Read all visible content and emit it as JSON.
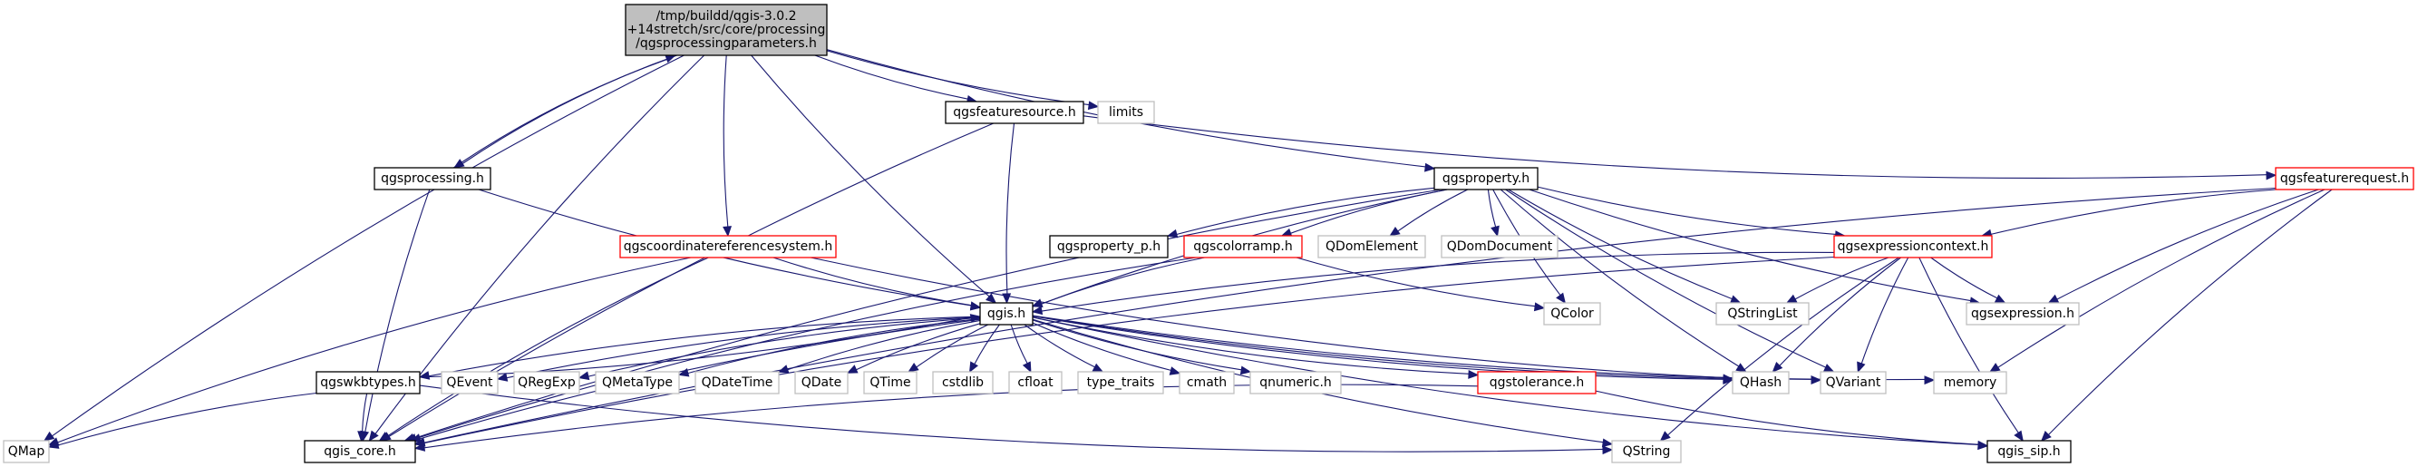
{
  "colors": {
    "edge": "#191970",
    "border_normal": "#000000",
    "border_missing": "#bfbfbf",
    "border_red": "#ff0000",
    "fill_root": "#bfbfbf",
    "fill_default": "#ffffff",
    "text": "#000000",
    "background": "#ffffff"
  },
  "nodes": [
    {
      "id": "root",
      "lines": [
        "/tmp/buildd/qgis-3.0.2",
        "+14stretch/src/core/processing",
        "/qgsprocessingparameters.h"
      ],
      "style": "root"
    },
    {
      "id": "qmap",
      "lines": [
        "QMap"
      ],
      "style": "missing"
    },
    {
      "id": "qgis_core",
      "lines": [
        "qgis_core.h"
      ],
      "style": "normal"
    },
    {
      "id": "qgsprocessing",
      "lines": [
        "qgsprocessing.h"
      ],
      "style": "normal"
    },
    {
      "id": "qgscrs",
      "lines": [
        "qgscoordinatereferencesystem.h"
      ],
      "style": "red"
    },
    {
      "id": "qgis",
      "lines": [
        "qgis.h"
      ],
      "style": "normal"
    },
    {
      "id": "qgsfeaturesource",
      "lines": [
        "qgsfeaturesource.h"
      ],
      "style": "normal"
    },
    {
      "id": "limits",
      "lines": [
        "limits"
      ],
      "style": "missing"
    },
    {
      "id": "qgsproperty",
      "lines": [
        "qgsproperty.h"
      ],
      "style": "normal"
    },
    {
      "id": "qgsfeaturerequest",
      "lines": [
        "qgsfeaturerequest.h"
      ],
      "style": "red"
    },
    {
      "id": "qgsproperty_p",
      "lines": [
        "qgsproperty_p.h"
      ],
      "style": "normal"
    },
    {
      "id": "qgscolorramp",
      "lines": [
        "qgscolorramp.h"
      ],
      "style": "red"
    },
    {
      "id": "qdomelement",
      "lines": [
        "QDomElement"
      ],
      "style": "missing"
    },
    {
      "id": "qdomdocument",
      "lines": [
        "QDomDocument"
      ],
      "style": "missing"
    },
    {
      "id": "qgsexpressioncontext",
      "lines": [
        "qgsexpressioncontext.h"
      ],
      "style": "red"
    },
    {
      "id": "qcolor",
      "lines": [
        "QColor"
      ],
      "style": "missing"
    },
    {
      "id": "qstringlist",
      "lines": [
        "QStringList"
      ],
      "style": "missing"
    },
    {
      "id": "qgsexpression",
      "lines": [
        "qgsexpression.h"
      ],
      "style": "missing"
    },
    {
      "id": "qgswkbtypes",
      "lines": [
        "qgswkbtypes.h"
      ],
      "style": "normal"
    },
    {
      "id": "qevent",
      "lines": [
        "QEvent"
      ],
      "style": "missing"
    },
    {
      "id": "qregexp",
      "lines": [
        "QRegExp"
      ],
      "style": "missing"
    },
    {
      "id": "qmetatype",
      "lines": [
        "QMetaType"
      ],
      "style": "missing"
    },
    {
      "id": "qdatetime",
      "lines": [
        "QDateTime"
      ],
      "style": "missing"
    },
    {
      "id": "qdate",
      "lines": [
        "QDate"
      ],
      "style": "missing"
    },
    {
      "id": "qtime",
      "lines": [
        "QTime"
      ],
      "style": "missing"
    },
    {
      "id": "cstdlib",
      "lines": [
        "cstdlib"
      ],
      "style": "missing"
    },
    {
      "id": "cfloat",
      "lines": [
        "cfloat"
      ],
      "style": "missing"
    },
    {
      "id": "type_traits",
      "lines": [
        "type_traits"
      ],
      "style": "missing"
    },
    {
      "id": "cmath",
      "lines": [
        "cmath"
      ],
      "style": "missing"
    },
    {
      "id": "qnumeric",
      "lines": [
        "qnumeric.h"
      ],
      "style": "missing"
    },
    {
      "id": "qgstolerance",
      "lines": [
        "qgstolerance.h"
      ],
      "style": "red"
    },
    {
      "id": "qhash",
      "lines": [
        "QHash"
      ],
      "style": "missing"
    },
    {
      "id": "qvariant",
      "lines": [
        "QVariant"
      ],
      "style": "missing"
    },
    {
      "id": "memory",
      "lines": [
        "memory"
      ],
      "style": "missing"
    },
    {
      "id": "qstring",
      "lines": [
        "QString"
      ],
      "style": "missing"
    },
    {
      "id": "qgis_sip",
      "lines": [
        "qgis_sip.h"
      ],
      "style": "normal"
    }
  ],
  "edges": [
    [
      "root",
      "qmap"
    ],
    [
      "root",
      "qgis_core"
    ],
    [
      "root",
      "qgsprocessing"
    ],
    [
      "root",
      "qgscrs"
    ],
    [
      "root",
      "qgis"
    ],
    [
      "root",
      "qgsfeaturesource"
    ],
    [
      "root",
      "limits"
    ],
    [
      "root",
      "qgsproperty"
    ],
    [
      "qgsprocessing",
      "root"
    ],
    [
      "qgsprocessing",
      "qgis_core"
    ],
    [
      "qgsprocessing",
      "qgis"
    ],
    [
      "qgscrs",
      "qgis"
    ],
    [
      "qgscrs",
      "qgis_core"
    ],
    [
      "qgscrs",
      "qmap"
    ],
    [
      "qgscrs",
      "qhash"
    ],
    [
      "qgsfeaturesource",
      "qgis"
    ],
    [
      "qgsfeaturesource",
      "qgsfeaturerequest"
    ],
    [
      "qgsfeaturesource",
      "qgis_core"
    ],
    [
      "qgsproperty",
      "qgis"
    ],
    [
      "qgsproperty",
      "qgis_core"
    ],
    [
      "qgsproperty",
      "qgsproperty_p"
    ],
    [
      "qgsproperty",
      "qgscolorramp"
    ],
    [
      "qgsproperty",
      "qdomelement"
    ],
    [
      "qgsproperty",
      "qdomdocument"
    ],
    [
      "qgsproperty",
      "qgsexpressioncontext"
    ],
    [
      "qgsproperty",
      "qcolor"
    ],
    [
      "qgsproperty",
      "qstringlist"
    ],
    [
      "qgsproperty",
      "qgsexpression"
    ],
    [
      "qgsproperty",
      "qhash"
    ],
    [
      "qgsproperty",
      "qvariant"
    ],
    [
      "qgsfeaturerequest",
      "qgsexpressioncontext"
    ],
    [
      "qgsfeaturerequest",
      "qgsexpression"
    ],
    [
      "qgsfeaturerequest",
      "memory"
    ],
    [
      "qgsfeaturerequest",
      "qgis_core"
    ],
    [
      "qgsfeaturerequest",
      "qgis_sip"
    ],
    [
      "qgscolorramp",
      "qgis"
    ],
    [
      "qgscolorramp",
      "qcolor"
    ],
    [
      "qgscolorramp",
      "qgis_core"
    ],
    [
      "qgsexpressioncontext",
      "qgis"
    ],
    [
      "qgsexpressioncontext",
      "qstringlist"
    ],
    [
      "qgsexpressioncontext",
      "qgsexpression"
    ],
    [
      "qgsexpressioncontext",
      "qhash"
    ],
    [
      "qgsexpressioncontext",
      "qvariant"
    ],
    [
      "qgsexpressioncontext",
      "qstring"
    ],
    [
      "qgsexpressioncontext",
      "qgis_core"
    ],
    [
      "qgsexpressioncontext",
      "qgis_sip"
    ],
    [
      "qgis",
      "qgswkbtypes"
    ],
    [
      "qgis",
      "qgis_core"
    ],
    [
      "qgis",
      "qevent"
    ],
    [
      "qgis",
      "qregexp"
    ],
    [
      "qgis",
      "qmetatype"
    ],
    [
      "qgis",
      "qdatetime"
    ],
    [
      "qgis",
      "qdate"
    ],
    [
      "qgis",
      "qtime"
    ],
    [
      "qgis",
      "cstdlib"
    ],
    [
      "qgis",
      "cfloat"
    ],
    [
      "qgis",
      "type_traits"
    ],
    [
      "qgis",
      "cmath"
    ],
    [
      "qgis",
      "qnumeric"
    ],
    [
      "qgis",
      "qgstolerance"
    ],
    [
      "qgis",
      "qhash"
    ],
    [
      "qgis",
      "qvariant"
    ],
    [
      "qgis",
      "memory"
    ],
    [
      "qgis",
      "qstring"
    ],
    [
      "qgis",
      "qgis_sip"
    ],
    [
      "qgswkbtypes",
      "qgis"
    ],
    [
      "qgswkbtypes",
      "qmap"
    ],
    [
      "qgswkbtypes",
      "qgis_core"
    ],
    [
      "qgswkbtypes",
      "qstring"
    ],
    [
      "qgstolerance",
      "qgis_core"
    ],
    [
      "qgstolerance",
      "qgis_sip"
    ]
  ]
}
